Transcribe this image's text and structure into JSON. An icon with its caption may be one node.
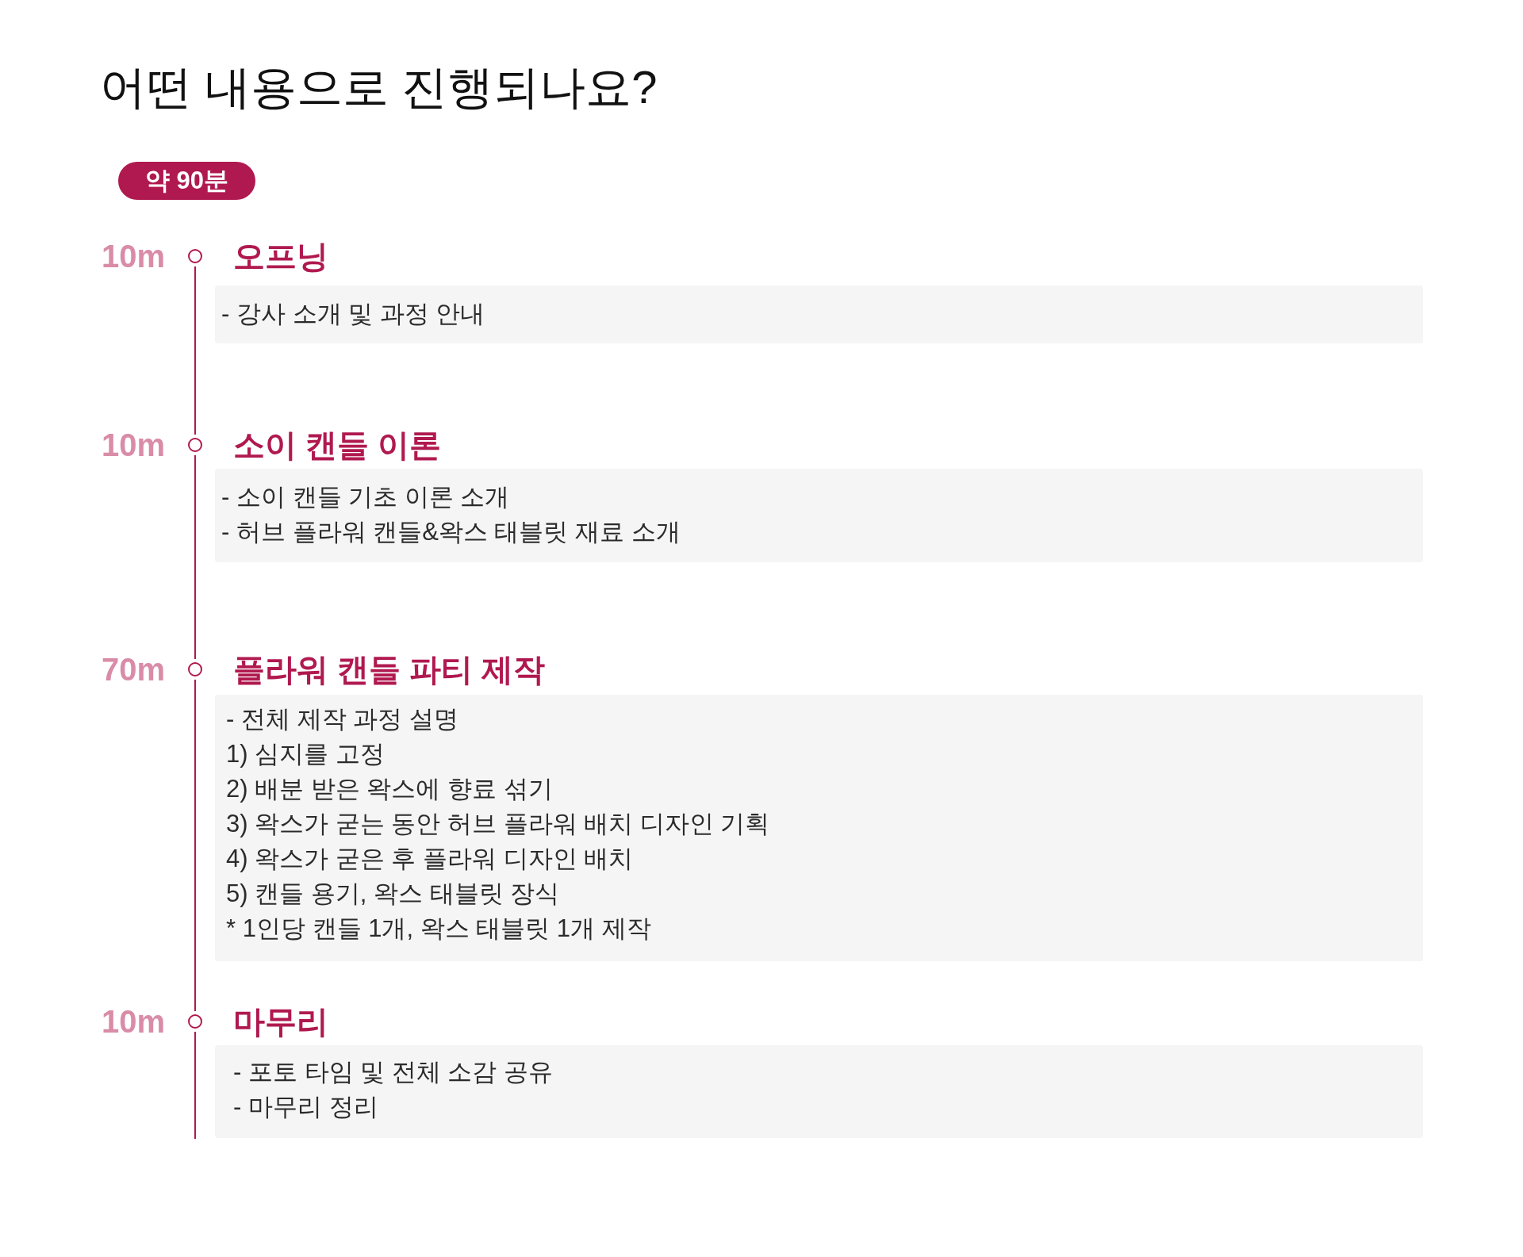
{
  "diagram": {
    "title": "어떤 내용으로 진행되나요?",
    "nodes": [
      {
        "text": [
          "약 90분"
        ]
      },
      {
        "text": [],
        "shape": "circle",
        "beside": [
          "10m"
        ]
      },
      {
        "text": [
          "오프닝",
          "- 강사 소개 및 과정 안내"
        ]
      },
      {
        "text": [],
        "shape": "circle",
        "beside": [
          "10m"
        ]
      },
      {
        "text": [
          "소이 캔들 이론",
          "- 소이 캔들 기초 이론 소개",
          "- 허브 플라워 캔들&왁스 태블릿 재료 소개"
        ]
      },
      {
        "text": [],
        "shape": "circle",
        "beside": [
          "70m"
        ]
      },
      {
        "text": [
          "플라워 캔들 파티 제작",
          "- 전체 제작 과정 설명",
          "1) 심지를 고정",
          "2) 배분 받은 왁스에 향료 섞기",
          "3) 왁스가 굳는 동안 허브 플라워 배치 디자인 기획",
          "4) 왁스가 굳은 후 플라워 디자인 배치",
          "5) 캔들 용기, 왁스 태블릿 장식",
          "* 1인당 캔들 1개, 왁스 태블릿 1개 제작"
        ]
      },
      {
        "text": [],
        "shape": "circle",
        "beside": [
          "10m"
        ]
      },
      {
        "text": [
          "마무리",
          "- 포토 타임 및 전체 소감 공유",
          "- 마무리 정리"
        ]
      }
    ],
    "edges": [
      {
        "from": 1,
        "to": 3,
        "arrow": "none"
      },
      {
        "from": 3,
        "to": 5,
        "arrow": "none"
      },
      {
        "from": 5,
        "to": 7,
        "arrow": "none"
      },
      {
        "from": 7,
        "to": null,
        "arrow": "none"
      }
    ]
  }
}
